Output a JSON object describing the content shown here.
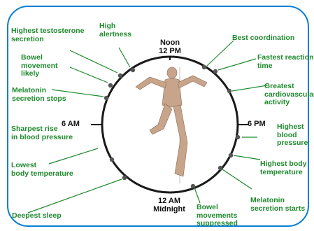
{
  "times": {
    "noon_top": "Noon",
    "noon_bottom": "12 PM",
    "midnight_top": "12 AM",
    "midnight_bottom": "Midnight",
    "six_am": "6 AM",
    "six_pm": "6 PM"
  },
  "events": {
    "highest_testosterone": [
      "Highest testosterone",
      "secretion"
    ],
    "high_alertness": [
      "High",
      "alertness"
    ],
    "bowel_movement_likely": [
      "Bowel",
      "movement",
      "likely"
    ],
    "melatonin_stops": [
      "Melatonin",
      "secretion stops"
    ],
    "sharpest_rise_bp": [
      "Sharpest rise",
      "in blood pressure"
    ],
    "lowest_temp": [
      "Lowest",
      "body temperature"
    ],
    "deepest_sleep": [
      "Deepest sleep"
    ],
    "best_coordination": [
      "Best coordination"
    ],
    "fastest_reaction": [
      "Fastest reaction",
      "time"
    ],
    "greatest_cardio": [
      "Greatest",
      "cardiovascular",
      "activity"
    ],
    "highest_bp": [
      "Highest",
      "blood",
      "pressure"
    ],
    "highest_temp": [
      "Highest body",
      "temperature"
    ],
    "melatonin_starts": [
      "Melatonin",
      "secretion starts"
    ],
    "bowel_suppressed": [
      "Bowel",
      "movements",
      "suppressed"
    ]
  },
  "colors": {
    "label_green": "#1e8a2d",
    "frame_blue": "#0b7fd4",
    "ring": "#1a1a1a",
    "dot": "#555555"
  }
}
